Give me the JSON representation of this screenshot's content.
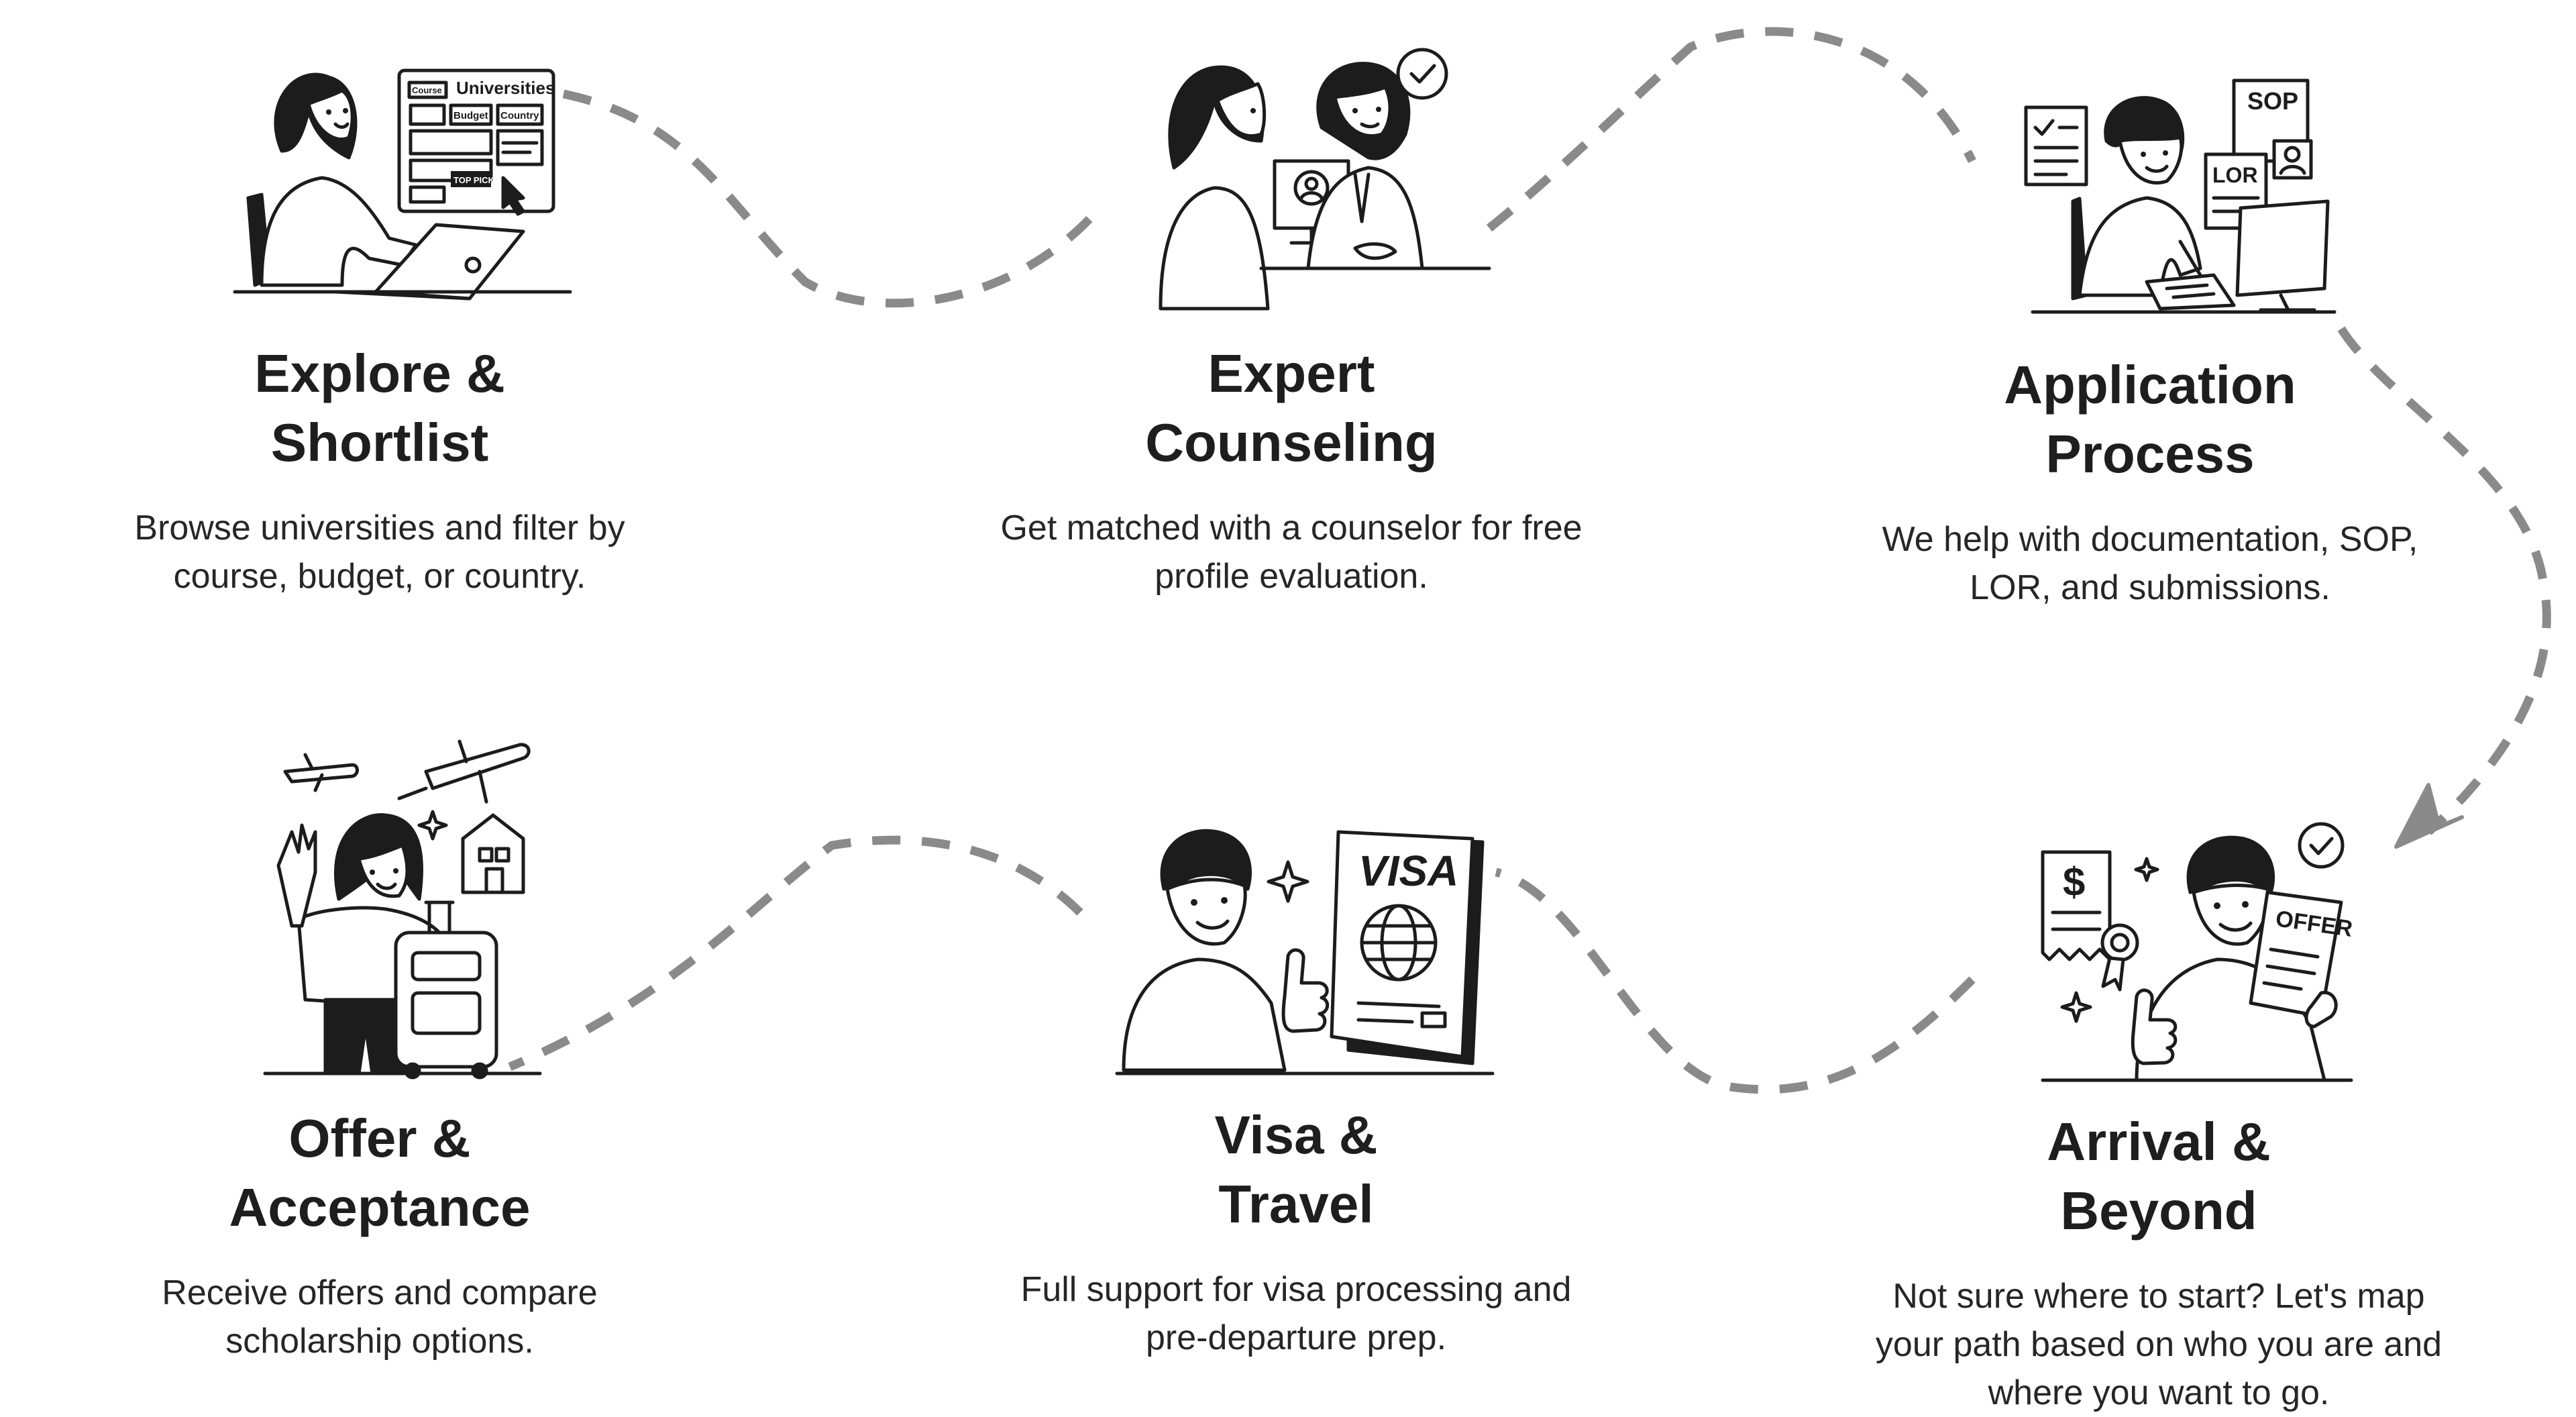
{
  "colors": {
    "text": "#1c1c1c",
    "path": "#8a8a8a",
    "background": "#ffffff"
  },
  "steps": [
    {
      "title_line1": "Explore &",
      "title_line2": "Shortlist",
      "desc_line1": "Browse universities and filter by",
      "desc_line2": "course, budget, or country.",
      "icon": "woman-laptop-university-list-icon",
      "icon_labels": {
        "heading": "Universities",
        "course": "Course",
        "budget": "Budget",
        "country": "Country",
        "top_pick": "TOP PICK"
      }
    },
    {
      "title_line1": "Expert",
      "title_line2": "Counseling",
      "desc_line1": "Get matched with a counselor for free",
      "desc_line2": "profile evaluation.",
      "icon": "counselor-headset-icon"
    },
    {
      "title_line1": "Application",
      "title_line2": "Process",
      "desc_line1": "We help with documentation, SOP,",
      "desc_line2": "LOR, and submissions.",
      "icon": "student-writing-documents-icon",
      "icon_labels": {
        "sop": "SOP",
        "lor": "LOR"
      }
    },
    {
      "title_line1": "Offer &",
      "title_line2": "Acceptance",
      "desc_line1": "Receive offers and compare",
      "desc_line2": "scholarship options.",
      "icon": "traveler-luggage-plane-icon"
    },
    {
      "title_line1": "Visa &",
      "title_line2": "Travel",
      "desc_line1": "Full support for visa processing and",
      "desc_line2": "pre-departure prep.",
      "icon": "man-visa-thumbs-up-icon",
      "icon_labels": {
        "visa": "VISA"
      }
    },
    {
      "title_line1": "Arrival &",
      "title_line2": "Beyond",
      "desc_line1": "Not sure where to start? Let's map",
      "desc_line2": "your path based on who you are and",
      "desc_line3": "where you want to go.",
      "icon": "man-offer-letter-icon",
      "icon_labels": {
        "dollar": "$",
        "offer": "OFFER"
      }
    }
  ]
}
